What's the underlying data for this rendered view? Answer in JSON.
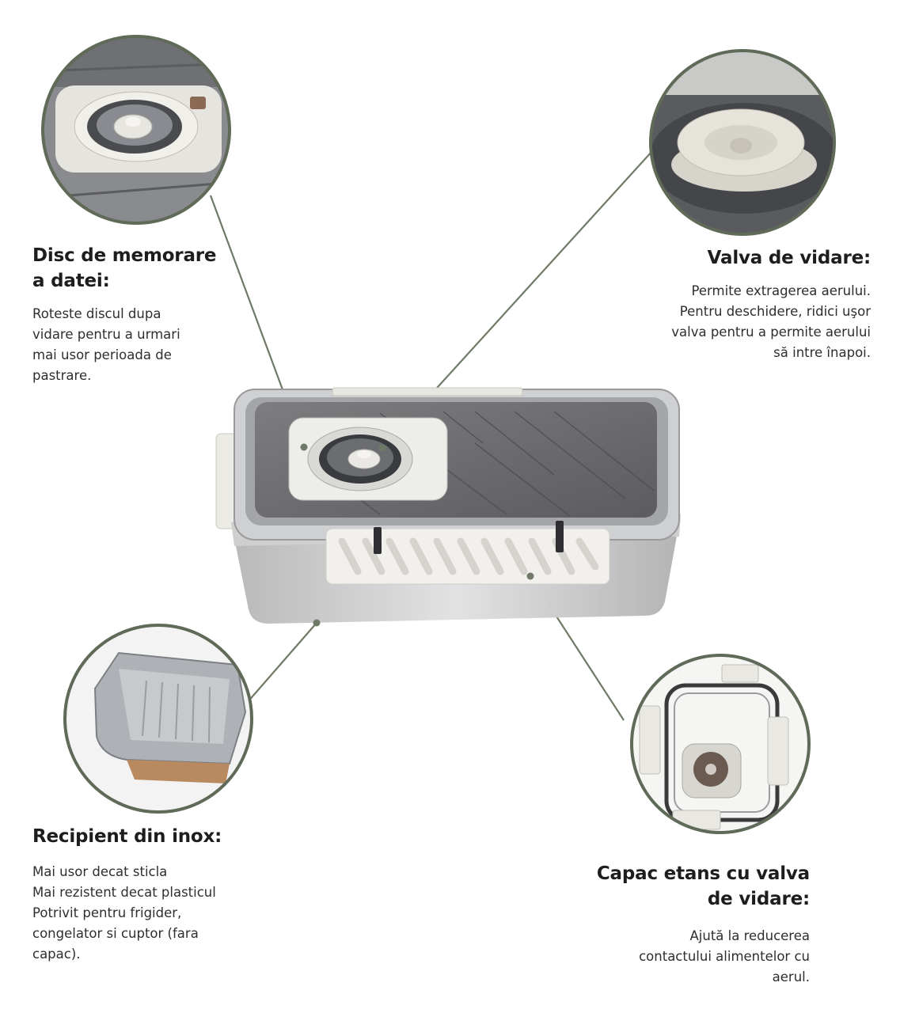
{
  "colors": {
    "accent_line": "#6e7a66",
    "circle_border": "#5f6b58",
    "heading": "#1d1d1d",
    "body_text": "#2e2e2e"
  },
  "features": {
    "date_disc": {
      "heading_lines": [
        "Disc de memorare",
        "a datei:"
      ],
      "desc_lines": [
        "Roteste discul dupa",
        "vidare pentru a urmari",
        "mai usor perioada de",
        "pastrare."
      ]
    },
    "vacuum_valve": {
      "heading_lines": [
        "Valva de vidare:"
      ],
      "desc_lines": [
        "Permite extragerea aerului.",
        "Pentru deschidere, ridici uşor",
        "valva pentru a permite aerului",
        "să intre înapoi."
      ]
    },
    "steel_container": {
      "heading_lines": [
        "Recipient din inox:"
      ],
      "desc_lines": [
        "Mai usor decat sticla",
        "Mai rezistent decat plasticul",
        "Potrivit pentru frigider,",
        "congelator si cuptor (fara",
        "capac)."
      ]
    },
    "sealed_lid": {
      "heading_lines": [
        "Capac etans cu valva",
        "de vidare:"
      ],
      "desc_lines": [
        "Ajută la reducerea",
        "contactului alimentelor cu",
        "aerul."
      ]
    }
  }
}
